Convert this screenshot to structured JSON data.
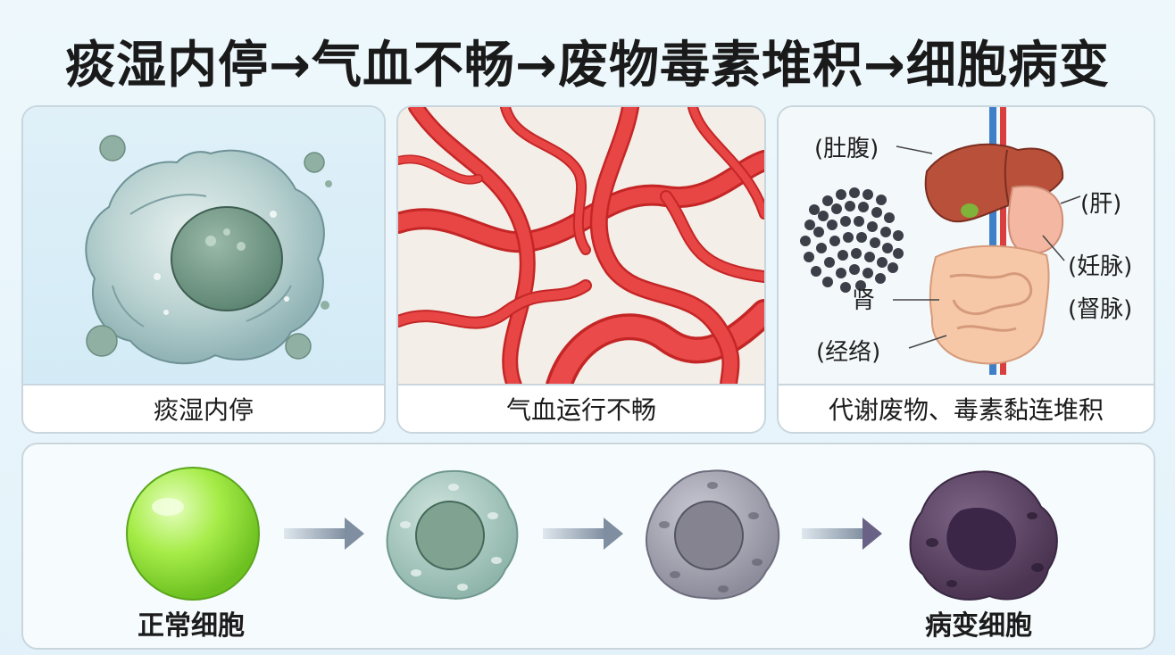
{
  "title": "痰湿内停→气血不畅→废物毒素堆积→细胞病变",
  "panels": [
    {
      "caption": "痰湿内停"
    },
    {
      "caption": "气血运行不畅"
    },
    {
      "caption": "代谢废物、毒素黏连堆积"
    }
  ],
  "organ_labels": {
    "abdomen": "(肚腹)",
    "liver": "(肝)",
    "renmai": "(妊脉)",
    "dumai": "(督脉)",
    "kidney": "肾",
    "meridian": "(经络)"
  },
  "cells": {
    "normal": "正常细胞",
    "diseased": "病变细胞"
  },
  "colors": {
    "vessel": "#e23a3a",
    "normal_cell": "#9fe840",
    "diseased_cell": "#5a3f63",
    "arrow": "#8c9aa8"
  },
  "icons": [
    "right-arrow-icon",
    "right-arrow-icon",
    "right-arrow-icon"
  ]
}
